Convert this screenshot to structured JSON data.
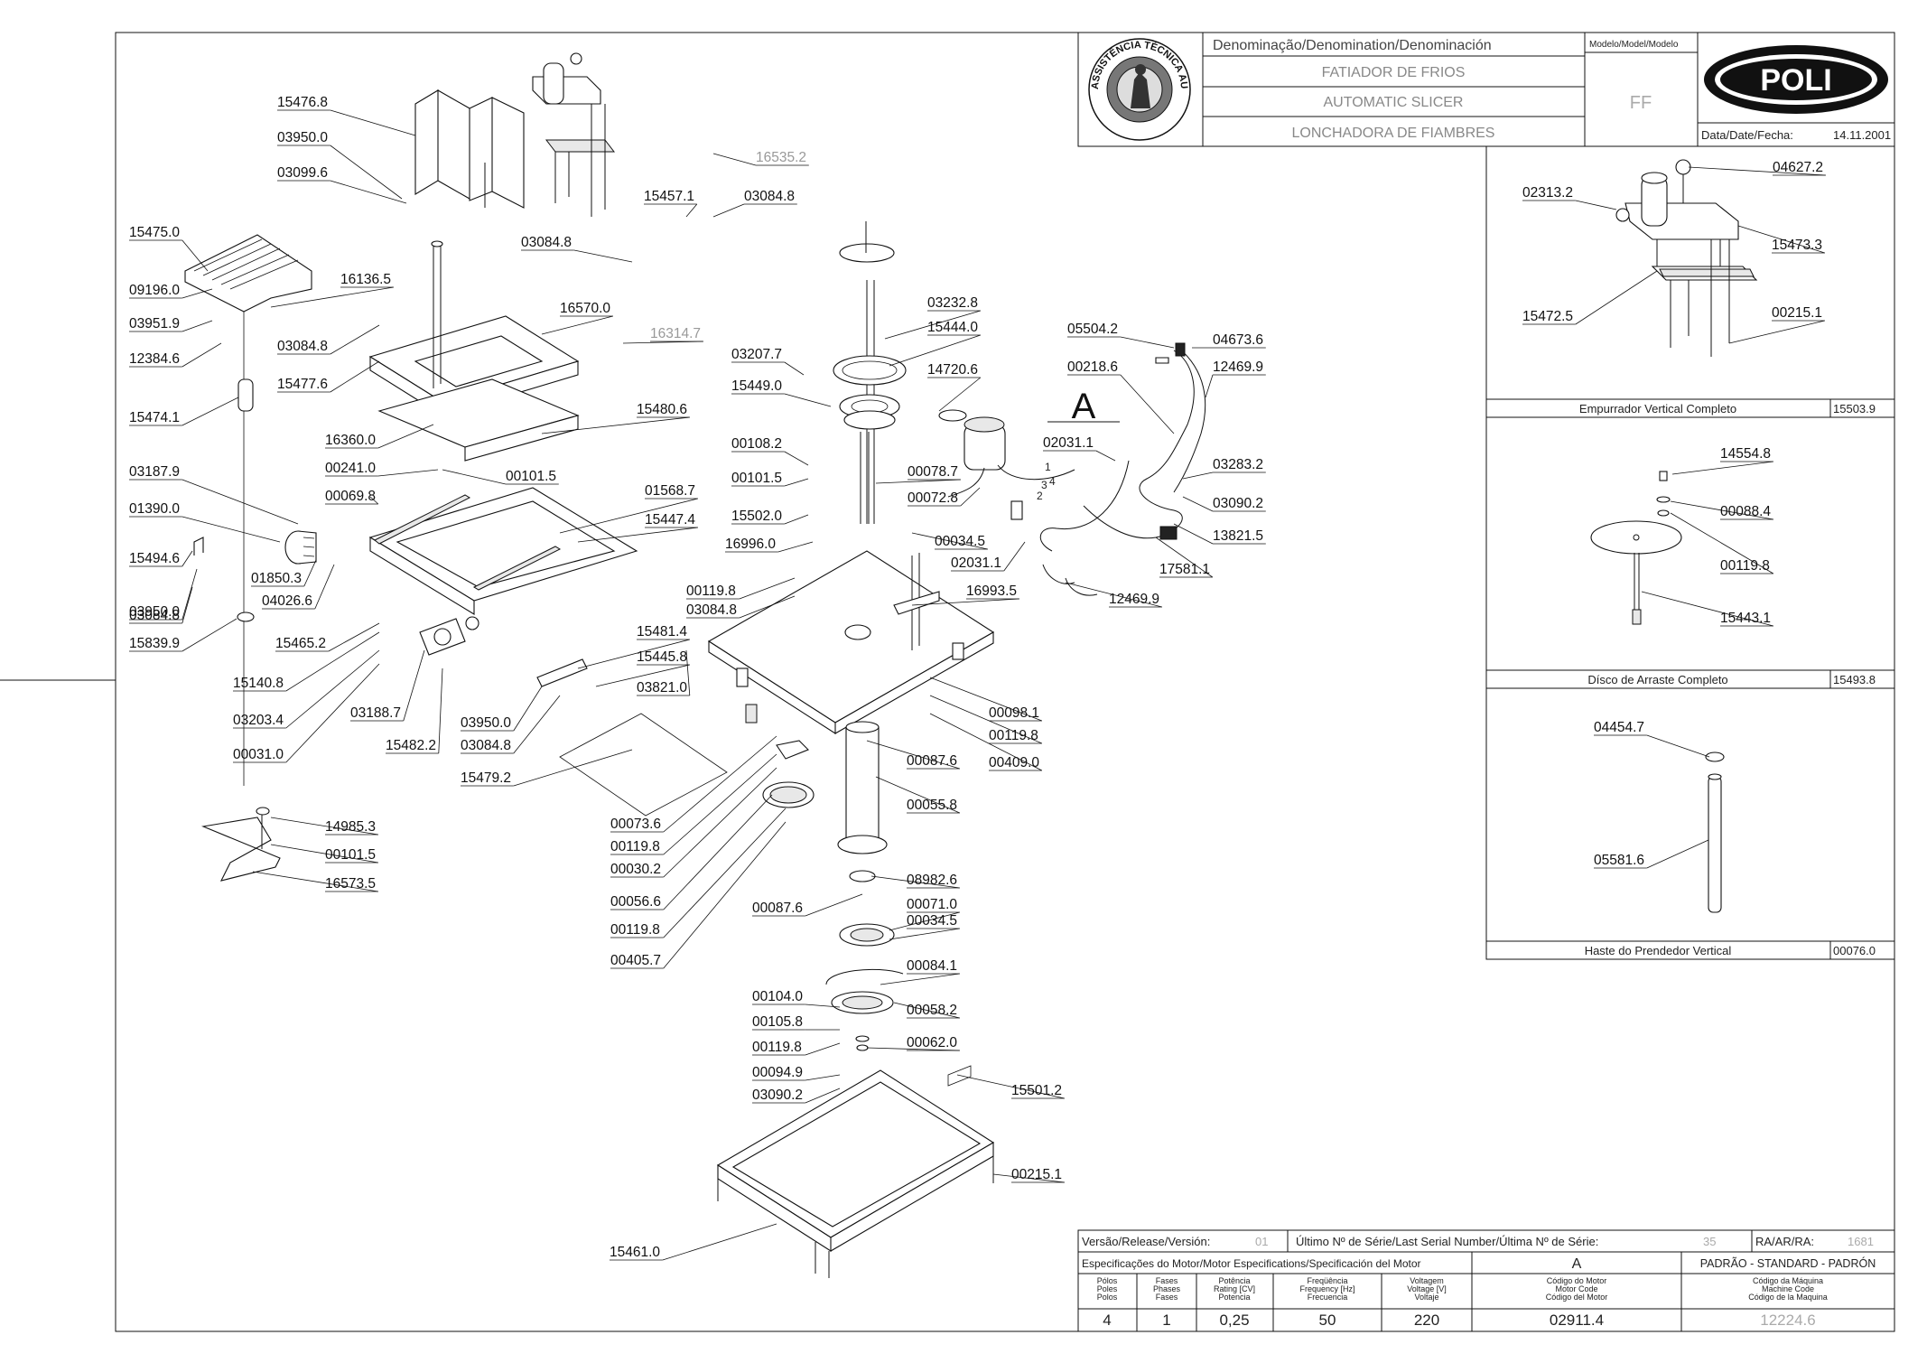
{
  "title_block": {
    "denomination_header": "Denominação/Denomination/Denominación",
    "name_pt": "FATIADOR DE FRIOS",
    "name_en": "AUTOMATIC SLICER",
    "name_es": "LONCHADORA DE FIAMBRES",
    "model_header": "Modelo/Model/Modelo",
    "model": "FF",
    "brand": "POLI",
    "date_label": "Data/Date/Fecha:",
    "date": "14.11.2001",
    "seal_text": "ASSISTÊNCIA TÉCNICA AUTORIZADA"
  },
  "insets": [
    {
      "title": "Empurrador Vertical Completo",
      "code": "15503.9",
      "parts": [
        "02313.2",
        "04627.2",
        "15473.3",
        "15472.5",
        "00215.1"
      ]
    },
    {
      "title": "Dísco de Arraste Completo",
      "code": "15493.8",
      "parts": [
        "14554.8",
        "00088.4",
        "00119.8",
        "15443.1"
      ]
    },
    {
      "title": "Haste do Prendedor Vertical",
      "code": "00076.0",
      "parts": [
        "04454.7",
        "05581.6"
      ]
    }
  ],
  "callouts": {
    "group_a": "A",
    "wire_numbers": [
      "1",
      "4",
      "3",
      "2"
    ]
  },
  "parts": [
    "15476.8",
    "03950.0",
    "03099.6",
    "15475.0",
    "09196.0",
    "03951.9",
    "12384.6",
    "16136.5",
    "03084.8",
    "15477.6",
    "15474.1",
    "16360.0",
    "00241.0",
    "00101.5",
    "03187.9",
    "00069.8",
    "01390.0",
    "15494.6",
    "03950.0",
    "03084.8",
    "15839.9",
    "01850.3",
    "04026.6",
    "15465.2",
    "15140.8",
    "03203.4",
    "00031.0",
    "03188.7",
    "15482.2",
    "03950.0",
    "03084.8",
    "15479.2",
    "15457.1",
    "03084.8",
    "03084.8",
    "16570.0",
    "16314.7",
    "15480.6",
    "16535.2",
    "15481.4",
    "15445.8",
    "01568.7",
    "15447.4",
    "03821.0",
    "00073.6",
    "00119.8",
    "00030.2",
    "00056.6",
    "00119.8",
    "00405.7",
    "14985.3",
    "00101.5",
    "16573.5",
    "03232.8",
    "15444.0",
    "03207.7",
    "15449.0",
    "14720.6",
    "00108.2",
    "00101.5",
    "15502.0",
    "16996.0",
    "00078.7",
    "00072.8",
    "00119.8",
    "03084.8",
    "00034.5",
    "02031.1",
    "16993.5",
    "00098.1",
    "00119.8",
    "00409.0",
    "00087.6",
    "00055.8",
    "08982.6",
    "00071.0",
    "00087.6",
    "00034.5",
    "00084.1",
    "00104.0",
    "00058.2",
    "00105.8",
    "00119.8",
    "00062.0",
    "00094.9",
    "03090.2",
    "15501.2",
    "00215.1",
    "15461.0",
    "05504.2",
    "04673.6",
    "00218.6",
    "12469.9",
    "02031.1",
    "03283.2",
    "03090.2",
    "13821.5",
    "17581.1",
    "12469.9"
  ],
  "release_block": {
    "version_label": "Versão/Release/Versión:",
    "version": "01",
    "serial_label": "Último Nº de Série/Last Serial Number/Última Nº de Série:",
    "serial": "35",
    "ra_label": "RA/AR/RA:",
    "ra": "1681",
    "motor_spec_label": "Especificações do Motor/Motor Especifications/Specificación del Motor",
    "motor_group": "A",
    "standard": "PADRÃO - STANDARD - PADRÓN",
    "columns": [
      {
        "header": [
          "Pólos",
          "Poles",
          "Polos"
        ],
        "value": "4"
      },
      {
        "header": [
          "Fases",
          "Phases",
          "Fases"
        ],
        "value": "1"
      },
      {
        "header": [
          "Potência",
          "Rating [CV]",
          "Potencia"
        ],
        "value": "0,25"
      },
      {
        "header": [
          "Freqüência",
          "Frequency [Hz]",
          "Frecuencia"
        ],
        "value": "50"
      },
      {
        "header": [
          "Voltagem",
          "Voltage [V]",
          "Voltaje"
        ],
        "value": "220"
      },
      {
        "header": [
          "Código do Motor",
          "Motor Code",
          "Código del Motor"
        ],
        "value": "02911.4"
      },
      {
        "header": [
          "Código da Máquina",
          "Machine Code",
          "Código de la Maquina"
        ],
        "value": "12224.6"
      }
    ]
  }
}
